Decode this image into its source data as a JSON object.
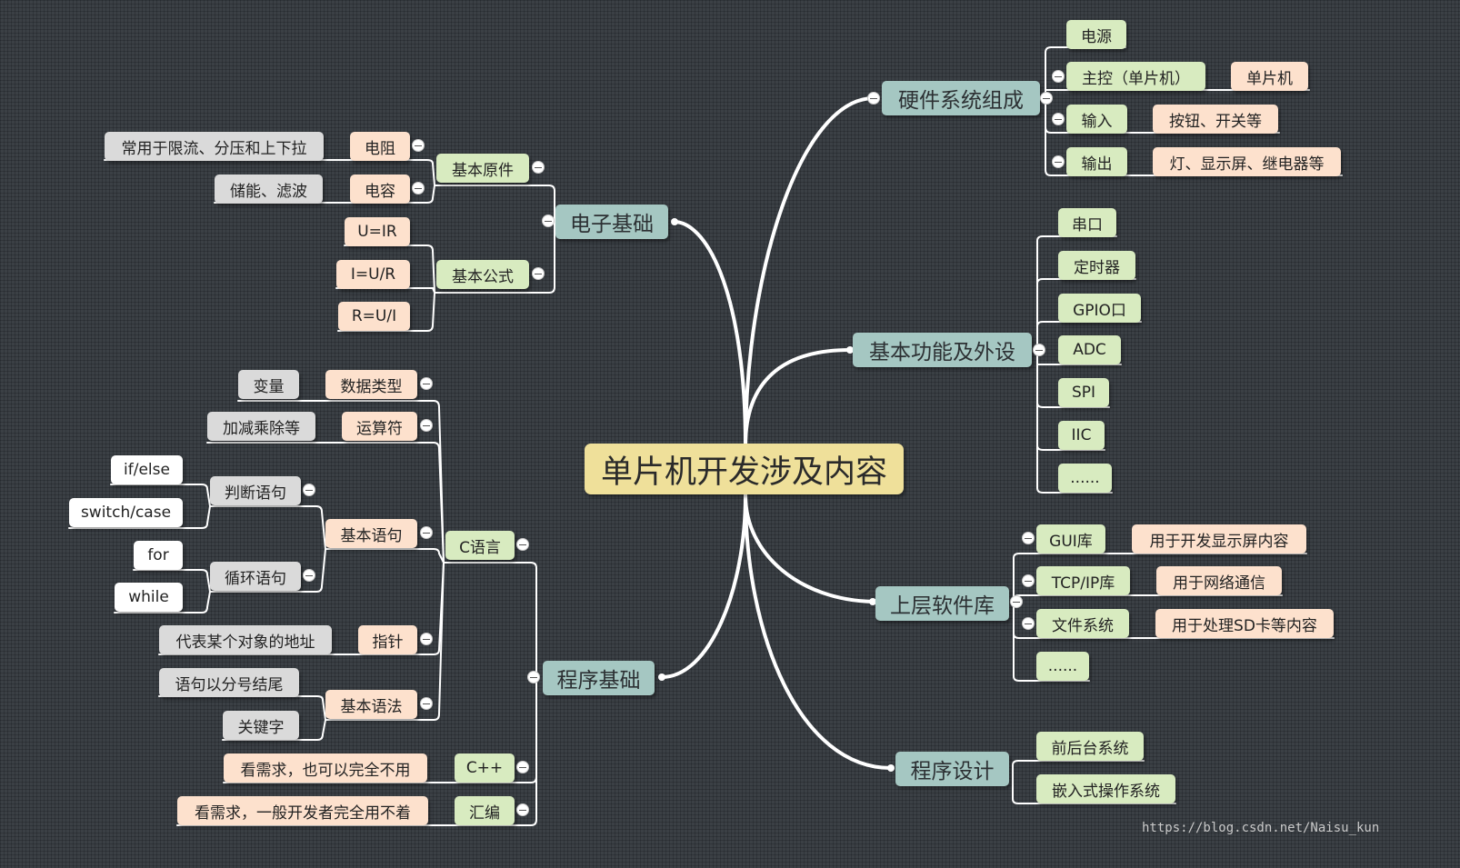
{
  "root": {
    "label": "单片机开发涉及内容"
  },
  "hardware": {
    "label": "硬件系统组成",
    "power": "电源",
    "main_control": "主控（单片机）",
    "main_control_detail": "单片机",
    "input": "输入",
    "input_detail": "按钮、开关等",
    "output": "输出",
    "output_detail": "灯、显示屏、继电器等"
  },
  "peripherals": {
    "label": "基本功能及外设",
    "items": [
      "串口",
      "定时器",
      "GPIO口",
      "ADC",
      "SPI",
      "IIC",
      "......"
    ]
  },
  "software": {
    "label": "上层软件库",
    "gui": "GUI库",
    "gui_detail": "用于开发显示屏内容",
    "tcpip": "TCP/IP库",
    "tcpip_detail": "用于网络通信",
    "fs": "文件系统",
    "fs_detail": "用于处理SD卡等内容",
    "more": "......"
  },
  "design": {
    "label": "程序设计",
    "items": [
      "前后台系统",
      "嵌入式操作系统"
    ]
  },
  "electronics": {
    "label": "电子基础",
    "components": "基本原件",
    "resistor": "电阻",
    "resistor_detail": "常用于限流、分压和上下拉",
    "capacitor": "电容",
    "capacitor_detail": "储能、滤波",
    "formulas": "基本公式",
    "formula_items": [
      "U=IR",
      "I=U/R",
      "R=U/I"
    ]
  },
  "programming": {
    "label": "程序基础",
    "c_lang": "C语言",
    "data_type": "数据类型",
    "data_type_detail": "变量",
    "operator": "运算符",
    "operator_detail": "加减乘除等",
    "statements": "基本语句",
    "judge": "判断语句",
    "judge_items": [
      "if/else",
      "switch/case"
    ],
    "loop": "循环语句",
    "loop_items": [
      "for",
      "while"
    ],
    "pointer": "指针",
    "pointer_detail": "代表某个对象的地址",
    "syntax": "基本语法",
    "syntax_items": [
      "语句以分号结尾",
      "关键字"
    ],
    "cpp": "C++",
    "cpp_detail": "看需求，也可以完全不用",
    "asm": "汇编",
    "asm_detail": "看需求，一般开发者完全用不着"
  },
  "watermark": "https://blog.csdn.net/Naisu_kun"
}
